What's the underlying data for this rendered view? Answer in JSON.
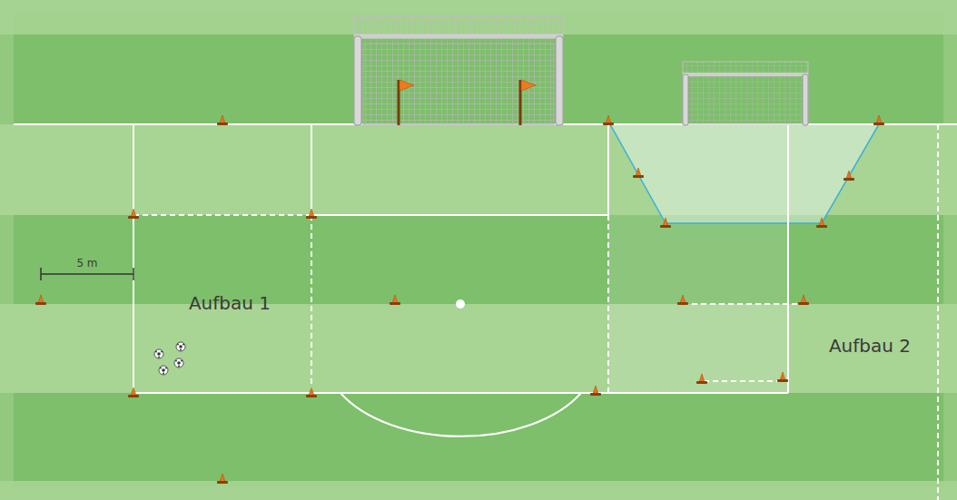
{
  "diagram": {
    "labels": [
      "5 m",
      "Aufbau 1",
      "Aufbau 2"
    ]
  }
}
